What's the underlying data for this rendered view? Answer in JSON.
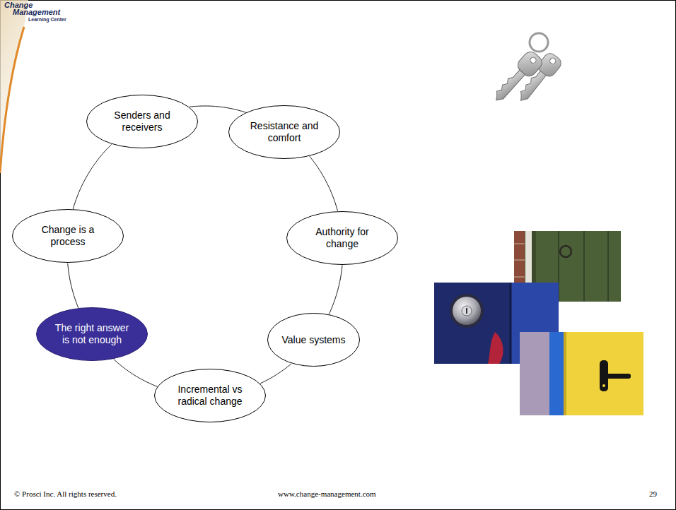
{
  "diagram": {
    "nodes": [
      {
        "text": [
          "Senders and receivers"
        ]
      },
      {
        "text": [
          "Resistance and comfort"
        ]
      },
      {
        "text": [
          "Authority for change"
        ]
      },
      {
        "text": [
          "Value systems"
        ]
      },
      {
        "text": [
          "Incremental vs radical change"
        ]
      },
      {
        "text": [
          "The right answer is not enough"
        ]
      },
      {
        "text": [
          "Change is a process"
        ]
      }
    ],
    "edges": [
      {
        "from": 0,
        "to": 1,
        "arrow": "none"
      },
      {
        "from": 1,
        "to": 2,
        "arrow": "none"
      },
      {
        "from": 2,
        "to": 3,
        "arrow": "none"
      },
      {
        "from": 3,
        "to": 4,
        "arrow": "none"
      },
      {
        "from": 4,
        "to": 5,
        "arrow": "none"
      },
      {
        "from": 5,
        "to": 6,
        "arrow": "none"
      },
      {
        "from": 6,
        "to": 0,
        "arrow": "none"
      }
    ],
    "labels": [
      "Change",
      "Management",
      "Learning Center",
      "© Prosci Inc. All rights reserved.",
      "www.change-management.com",
      "29"
    ]
  }
}
